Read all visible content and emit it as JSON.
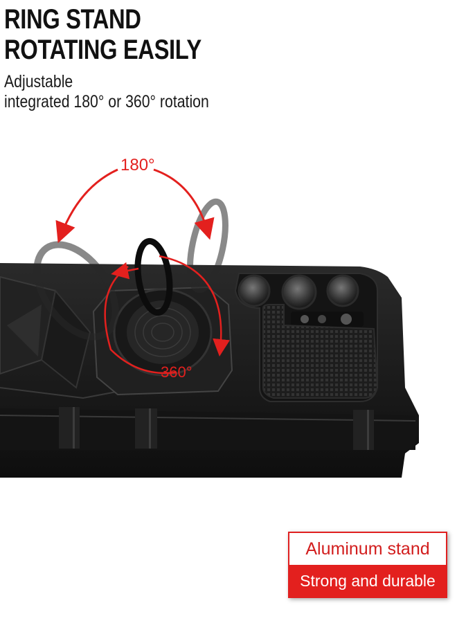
{
  "headline": {
    "line1": "RING STAND",
    "line2": "ROTATING EASILY"
  },
  "subtitle": {
    "line1": "Adjustable",
    "line2": "integrated 180° or 360° rotation"
  },
  "rotation_labels": {
    "top": "180°",
    "bottom": "360°"
  },
  "badge": {
    "title": "Aluminum stand",
    "caption": "Strong and durable"
  },
  "colors": {
    "accent": "#e3201e",
    "case": "#1c1c1c",
    "text": "#111111"
  },
  "icons": {
    "rotation_arrows": "red-curved-arrows",
    "ring": "ring-holder-icon"
  }
}
